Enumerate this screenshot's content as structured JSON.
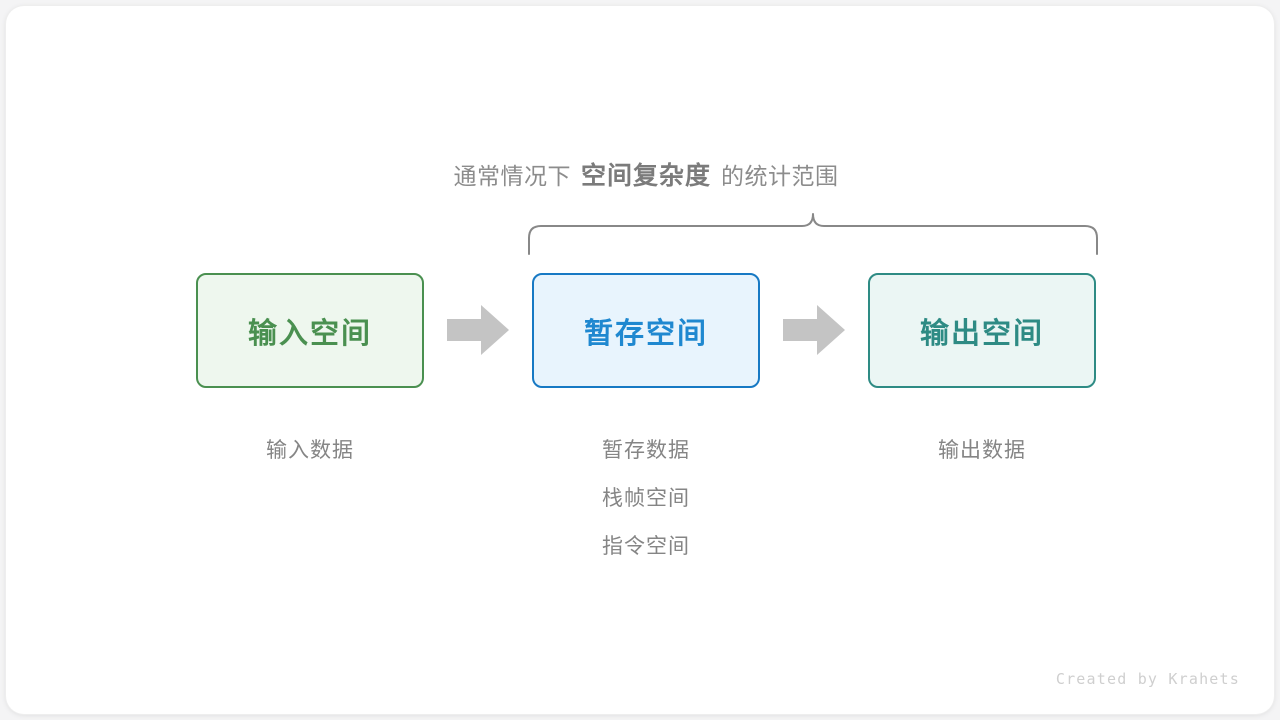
{
  "meta": {
    "credit": "Created by Krahets"
  },
  "caption": {
    "prefix": "通常情况下",
    "emphasis": "空间复杂度",
    "suffix": "的统计范围"
  },
  "colors": {
    "input_border": "#4a9050",
    "input_fill": "#eef7ee",
    "input_text": "#4a9050",
    "temp_border": "#1779c4",
    "temp_fill": "#e8f4fd",
    "temp_text": "#1f88d0",
    "output_border": "#2e8b84",
    "output_fill": "#ebf6f4",
    "output_text": "#2e8b84",
    "arrow": "#c4c4c4",
    "brace": "#888888",
    "label_text": "#858585",
    "caption_text": "#8c8c8c"
  },
  "flow": {
    "stages": [
      {
        "id": "input",
        "title": "输入空间",
        "details": [
          "输入数据"
        ]
      },
      {
        "id": "temp",
        "title": "暂存空间",
        "details": [
          "暂存数据",
          "栈帧空间",
          "指令空间"
        ]
      },
      {
        "id": "output",
        "title": "输出空间",
        "details": [
          "输出数据"
        ]
      }
    ],
    "arrows": [
      "arrow-right",
      "arrow-right"
    ]
  },
  "brace": {
    "covers": [
      "temp",
      "output"
    ],
    "orientation": "top"
  }
}
